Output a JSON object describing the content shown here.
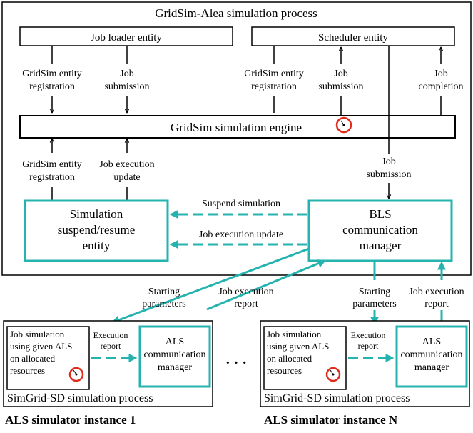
{
  "outer": {
    "title": "GridSim-Alea simulation process"
  },
  "entities": {
    "job_loader": "Job loader entity",
    "scheduler": "Scheduler entity",
    "engine": "GridSim simulation engine",
    "suspend_resume": [
      "Simulation",
      "suspend/resume",
      "entity"
    ],
    "bls": [
      "BLS",
      "communication",
      "manager"
    ]
  },
  "edges": {
    "gridsim_reg": [
      "GridSim entity",
      "registration"
    ],
    "job_submission": [
      "Job",
      "submission"
    ],
    "job_completion": [
      "Job",
      "completion"
    ],
    "job_exec_update": [
      "Job execution",
      "update"
    ],
    "suspend_simulation": "Suspend simulation",
    "job_execution_update": "Job execution update",
    "starting_parameters": [
      "Starting",
      "parameters"
    ],
    "job_execution_report": [
      "Job execution",
      "report"
    ]
  },
  "instances": [
    {
      "job_sim": [
        "Job simulation",
        "using given ALS",
        "on allocated",
        "resources"
      ],
      "execution_report": [
        "Execution",
        "report"
      ],
      "als": [
        "ALS",
        "communication",
        "manager"
      ],
      "process": "SimGrid-SD simulation process",
      "caption": "ALS simulator instance 1"
    },
    {
      "job_sim": [
        "Job simulation",
        "using given ALS",
        "on allocated",
        "resources"
      ],
      "execution_report": [
        "Execution",
        "report"
      ],
      "als": [
        "ALS",
        "communication",
        "manager"
      ],
      "process": "SimGrid-SD simulation process",
      "caption": "ALS simulator instance N"
    }
  ],
  "ellipsis": "· · ·",
  "colors": {
    "teal": "#25b3b0",
    "clock": "#e02a1c"
  }
}
